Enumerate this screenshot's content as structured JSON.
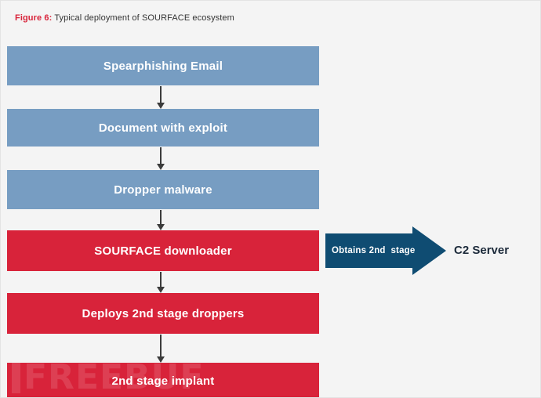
{
  "caption": {
    "label": "Figure 6:",
    "text": " Typical deployment of SOURFACE ecosystem"
  },
  "colors": {
    "background": "#f4f4f4",
    "blue_box": "#779dc2",
    "red_box": "#d8233a",
    "arrow_navy": "#0f4c72",
    "caption_red": "#d8233a",
    "connector": "#3b3b3b",
    "c2_text": "#1c2a3a"
  },
  "flow": {
    "nodes": [
      {
        "label": "Spearphishing Email",
        "style": "blue"
      },
      {
        "label": "Document with exploit",
        "style": "blue"
      },
      {
        "label": "Dropper malware",
        "style": "blue"
      },
      {
        "label": "SOURFACE downloader",
        "style": "red"
      },
      {
        "label": "Deploys 2nd stage droppers",
        "style": "red"
      },
      {
        "label": "2nd stage implant",
        "style": "red"
      }
    ]
  },
  "c2_link": {
    "arrow_label": "Obtains 2nd  stage",
    "target_label": "C2 Server"
  },
  "watermark": {
    "text": "FREEBUF"
  }
}
